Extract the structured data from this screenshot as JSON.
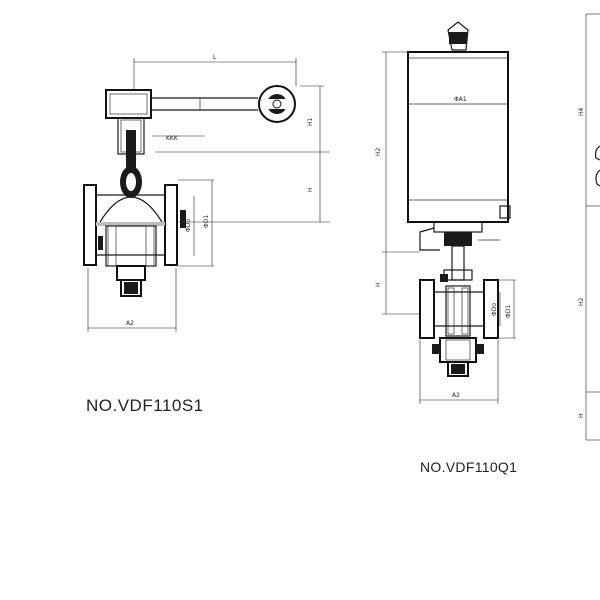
{
  "drawing_s1": {
    "model": "NO.VDF110S1",
    "dims": {
      "L": "L",
      "H1": "H1",
      "H": "H",
      "KKK": "KKK",
      "D1": "ΦD1",
      "DO": "ΦDo",
      "A2": "A2"
    }
  },
  "drawing_q1": {
    "model": "NO.VDF110Q1",
    "dims": {
      "H2": "H2",
      "H": "H",
      "A1": "ΦA1",
      "DO": "ΦDo",
      "D1": "ΦD1",
      "A2": "A2"
    }
  },
  "drawing_partial": {
    "dims": {
      "H4": "H4",
      "H2": "H2",
      "H": "H"
    }
  }
}
